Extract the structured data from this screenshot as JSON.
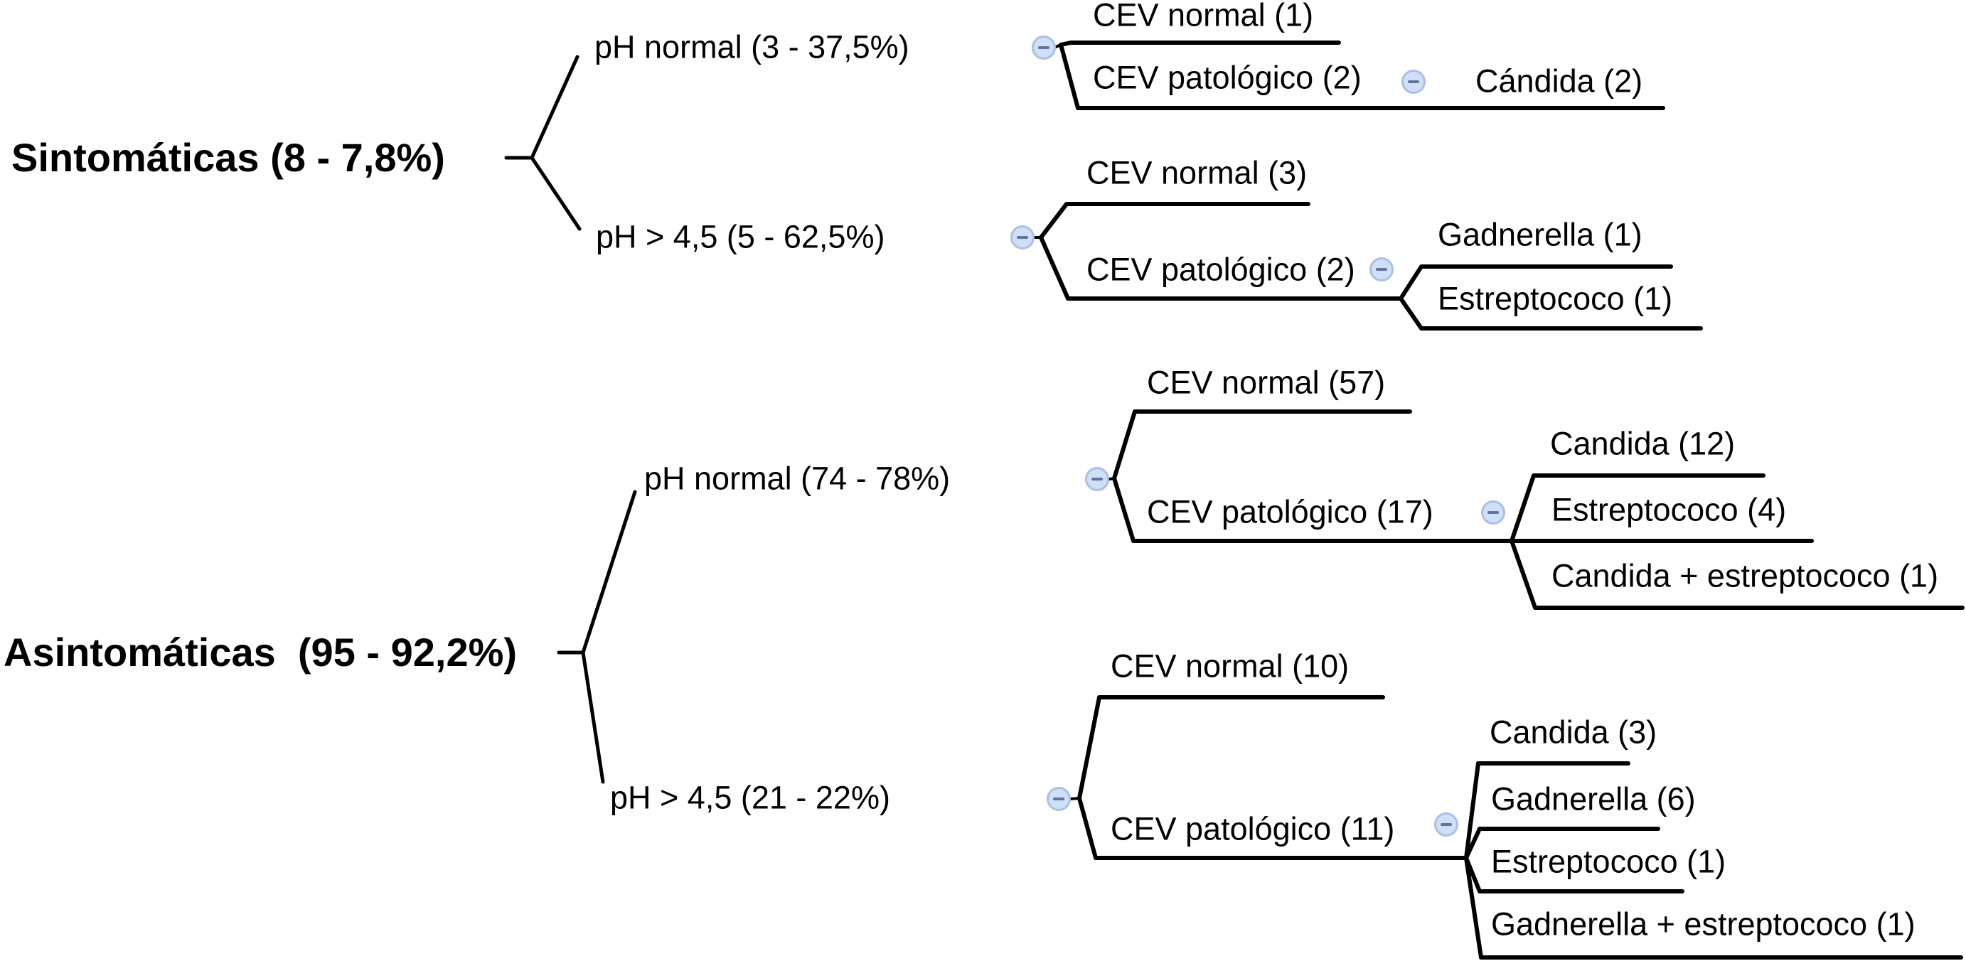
{
  "figure": {
    "type": "decision-tree",
    "background": "#ffffff",
    "line_color": "#000000",
    "text_color": "#000000",
    "collapse_icon": {
      "name": "minus-collapse-icon",
      "fill": "#cfdff7",
      "border": "#a9c0e4",
      "glyph": "minus",
      "glyph_color": "#5f74a0"
    },
    "tree": [
      {
        "label": "Sintomáticas (8 - 7,8%)",
        "children": [
          {
            "label": "pH normal (3 - 37,5%)",
            "children": [
              {
                "label": "CEV normal (1)"
              },
              {
                "label": "CEV patológico (2)",
                "children": [
                  {
                    "label": "Cándida (2)"
                  }
                ]
              }
            ]
          },
          {
            "label": "pH > 4,5 (5 - 62,5%)",
            "children": [
              {
                "label": "CEV normal (3)"
              },
              {
                "label": "CEV patológico (2)",
                "children": [
                  {
                    "label": "Gadnerella (1)"
                  },
                  {
                    "label": "Estreptococo (1)"
                  }
                ]
              }
            ]
          }
        ]
      },
      {
        "label": "Asintomáticas  (95 - 92,2%)",
        "children": [
          {
            "label": "pH normal (74 - 78%)",
            "children": [
              {
                "label": "CEV normal (57)"
              },
              {
                "label": "CEV patológico (17)",
                "children": [
                  {
                    "label": "Candida (12)"
                  },
                  {
                    "label": "Estreptococo (4)"
                  },
                  {
                    "label": "Candida + estreptococo (1)"
                  }
                ]
              }
            ]
          },
          {
            "label": "pH > 4,5 (21 - 22%)",
            "children": [
              {
                "label": "CEV normal (10)"
              },
              {
                "label": "CEV patológico (11)",
                "children": [
                  {
                    "label": "Candida (3)"
                  },
                  {
                    "label": "Gadnerella (6)"
                  },
                  {
                    "label": "Estreptococo (1)"
                  },
                  {
                    "label": "Gadnerella + estreptococo (1)"
                  }
                ]
              }
            ]
          }
        ]
      }
    ]
  }
}
